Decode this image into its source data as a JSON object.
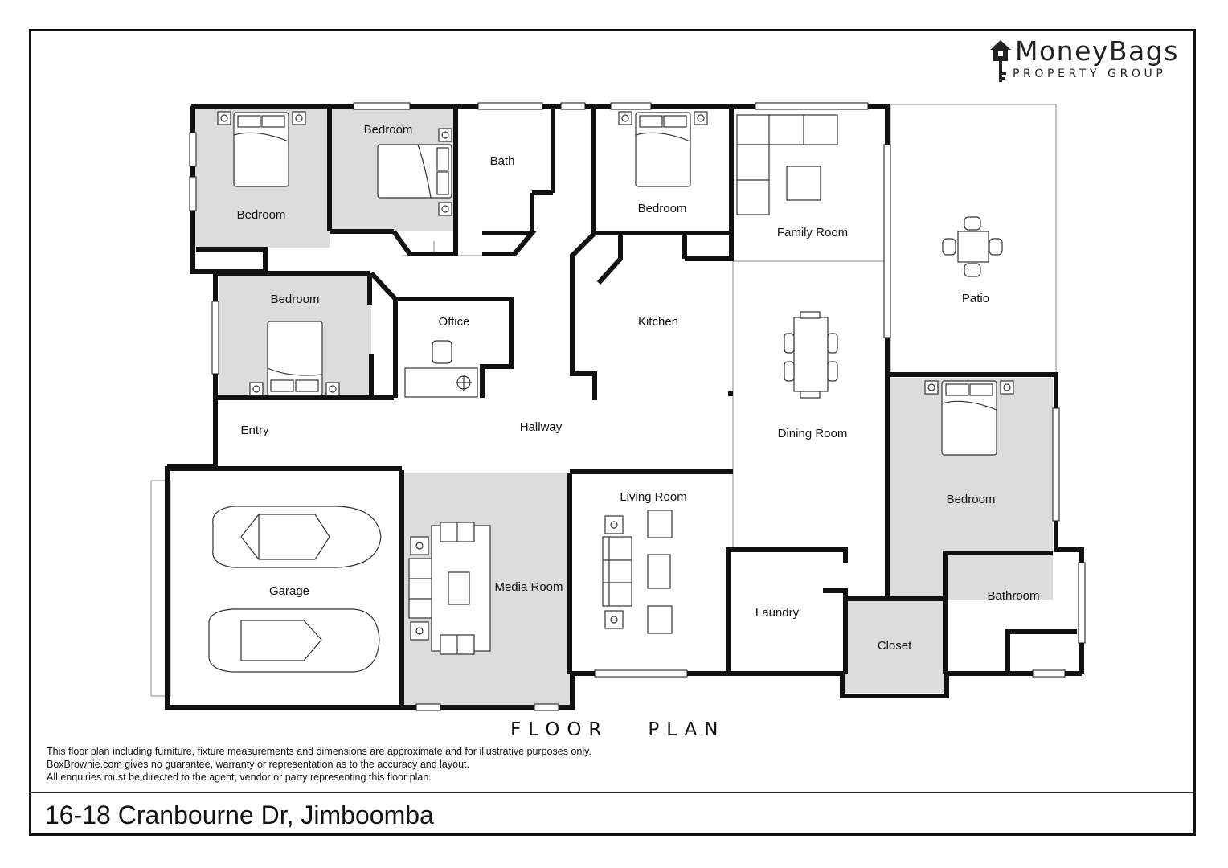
{
  "brand": {
    "name": "MoneyBags",
    "subtitle": "PROPERTY GROUP"
  },
  "plan_title": "FLOOR   PLAN",
  "disclaimer": [
    "This floor plan including furniture, fixture measurements and dimensions are approximate and for illustrative purposes only.",
    "BoxBrownie.com gives no guarantee, warranty or representation as to the accuracy and layout.",
    "All enquiries must be directed to the agent, vendor or party representing this floor plan."
  ],
  "address": "16-18 Cranbourne Dr, Jimboomba",
  "rooms": {
    "bedroom_1": "Bedroom",
    "bedroom_2": "Bedroom",
    "bath": "Bath",
    "bedroom_3": "Bedroom",
    "family_room": "Family Room",
    "patio": "Patio",
    "bedroom_4": "Bedroom",
    "office": "Office",
    "kitchen": "Kitchen",
    "entry": "Entry",
    "hallway": "Hallway",
    "dining_room": "Dining Room",
    "bedroom_master": "Bedroom",
    "living_room": "Living Room",
    "garage": "Garage",
    "media_room": "Media Room",
    "laundry": "Laundry",
    "closet": "Closet",
    "bathroom": "Bathroom"
  },
  "colors": {
    "wall": "#111111",
    "shaded_room": "#dcdcdc",
    "background": "#ffffff"
  },
  "icons": [
    "house-key-icon",
    "bed-icon",
    "car-icon",
    "sofa-icon",
    "table-icon",
    "chair-icon",
    "lamp-icon"
  ]
}
